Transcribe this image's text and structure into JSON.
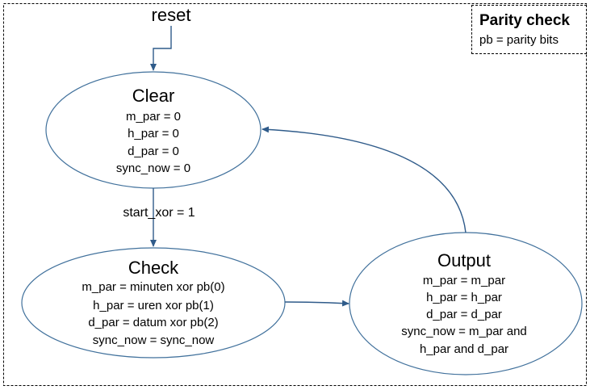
{
  "reset_label": "reset",
  "legend": {
    "title": "Parity check",
    "text": "pb = parity bits"
  },
  "states": {
    "clear": {
      "name": "Clear",
      "lines": [
        "m_par = 0",
        "h_par = 0",
        "d_par = 0",
        "sync_now = 0"
      ]
    },
    "check": {
      "name": "Check",
      "lines": [
        "m_par = minuten xor pb(0)",
        "h_par = uren xor pb(1)",
        "d_par = datum xor pb(2)",
        "sync_now = sync_now"
      ]
    },
    "output": {
      "name": "Output",
      "lines": [
        "m_par = m_par",
        "h_par = h_par",
        "d_par = d_par",
        "sync_now = m_par and",
        "h_par and d_par"
      ]
    }
  },
  "transitions": {
    "clear_to_check": "start_xor = 1"
  },
  "colors": {
    "state_outline": "#41719c",
    "arrow": "#2f5b8a",
    "frame": "#000000"
  }
}
